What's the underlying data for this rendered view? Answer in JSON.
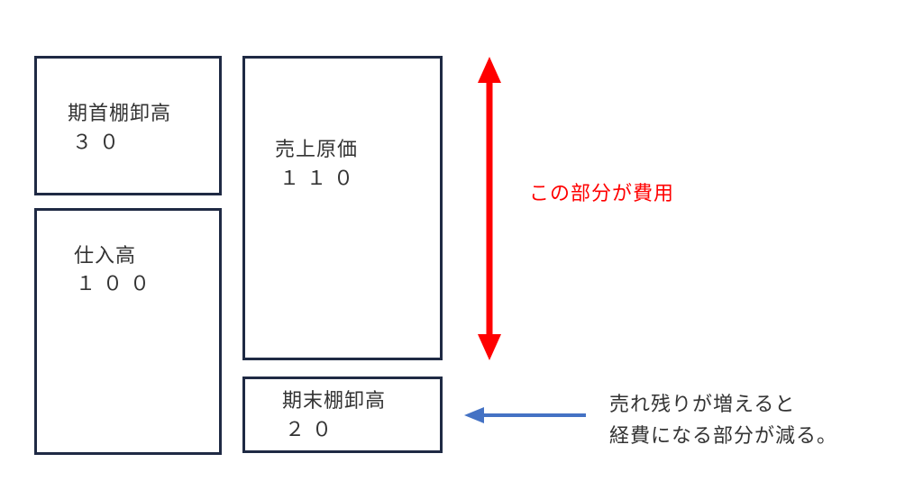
{
  "boxes": {
    "opening_inventory": {
      "label": "期首棚卸高",
      "value": "３０"
    },
    "purchases": {
      "label": "仕入高",
      "value": "１００"
    },
    "cost_of_sales": {
      "label": "売上原価",
      "value": "１１０"
    },
    "closing_inventory": {
      "label": "期末棚卸高",
      "value": "２０"
    }
  },
  "annotations": {
    "expense_note": "この部分が費用",
    "unsold_note_line1": "売れ残りが増えると",
    "unsold_note_line2": "経費になる部分が減る。"
  },
  "colors": {
    "border": "#1f2a44",
    "red": "#ff0000",
    "blue": "#4472c4"
  }
}
